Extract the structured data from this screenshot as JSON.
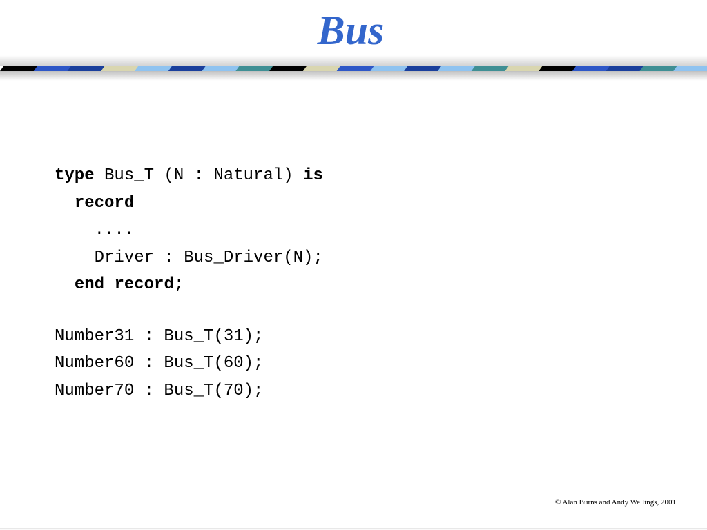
{
  "slide": {
    "title": "Bus",
    "footer": "© Alan Burns and Andy Wellings, 2001",
    "colors": {
      "title": "#3366cc",
      "stripe": [
        "#000000",
        "#2e57c7",
        "#1a3f9c",
        "#d9d6b0",
        "#8fc3f0",
        "#1a3f9c",
        "#8fc3f0",
        "#3f8f94",
        "#000000",
        "#d9d6b0",
        "#2e57c7",
        "#8fc3f0",
        "#1a3f9c",
        "#8fc3f0",
        "#3f8f94",
        "#d9d6b0",
        "#000000",
        "#2e57c7",
        "#1a3f9c",
        "#3f8f94",
        "#8fc3f0"
      ]
    }
  },
  "code": {
    "type_decl": {
      "kw_type": "type",
      "text1": " Bus_T (N : Natural) ",
      "kw_is": "is"
    },
    "record_line": {
      "indent": "  ",
      "kw_record": "record"
    },
    "ellipsis_line": "    ....",
    "driver_line": "    Driver : Bus_Driver(N);",
    "end_line": {
      "indent": "  ",
      "kw_end": "end",
      "space": " ",
      "kw_record": "record",
      "punct": ";"
    },
    "objects": [
      "Number31 : Bus_T(31);",
      "Number60 : Bus_T(60);",
      "Number70 : Bus_T(70);"
    ]
  }
}
